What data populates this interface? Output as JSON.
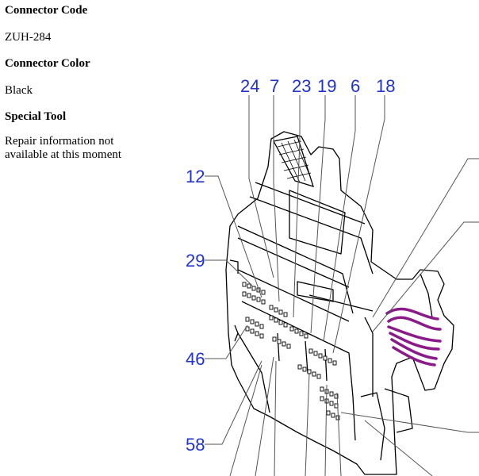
{
  "info": {
    "code_heading": "Connector Code",
    "code_value": "ZUH-284",
    "color_heading": "Connector Color",
    "color_value": "Black",
    "tool_heading": "Special Tool",
    "tool_value": "Repair information not\navailable at this moment"
  },
  "pin_labels": {
    "top": [
      "24",
      "7",
      "23",
      "19",
      "6",
      "18"
    ],
    "left": [
      "12",
      "29",
      "46",
      "58"
    ]
  },
  "colors": {
    "label": "#2233cc",
    "wire": "#8a1a8a",
    "outline": "#000000",
    "leader": "#555555"
  }
}
